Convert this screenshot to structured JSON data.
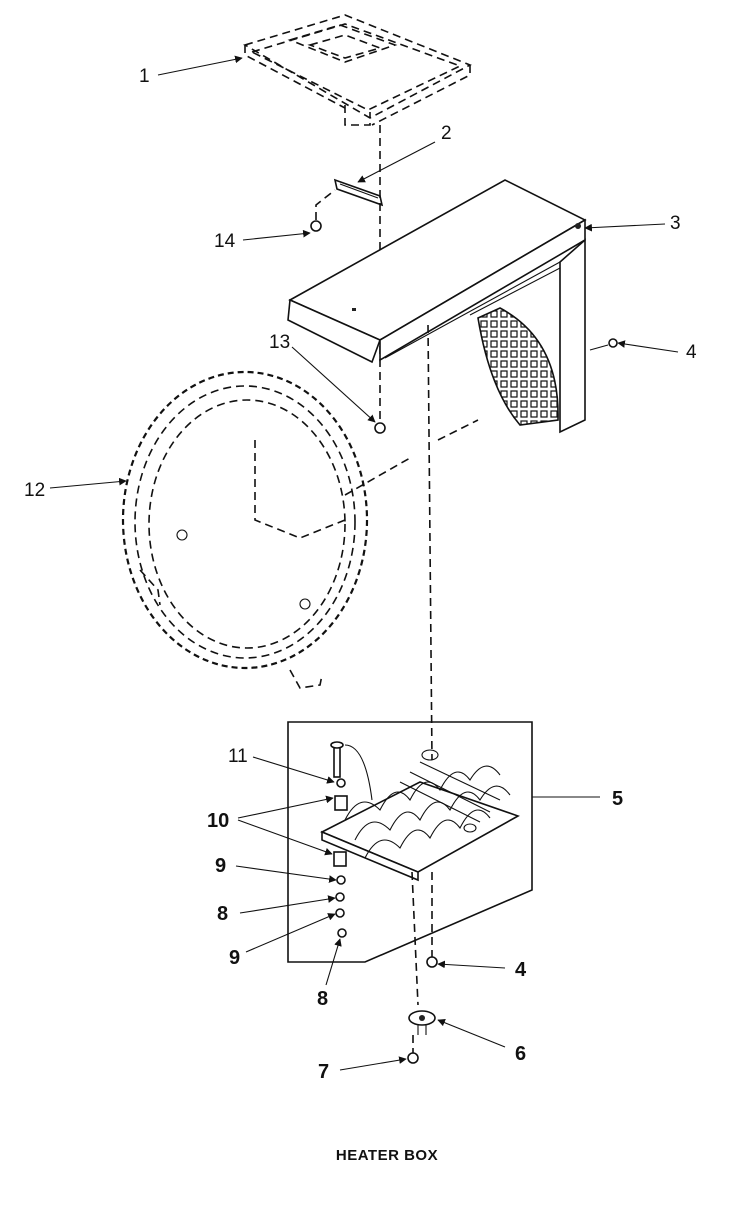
{
  "title": "HEATER BOX",
  "callouts": {
    "c1": "1",
    "c2": "2",
    "c3": "3",
    "c4a": "4",
    "c4b": "4",
    "c5": "5",
    "c6": "6",
    "c7": "7",
    "c8a": "8",
    "c8b": "8",
    "c9a": "9",
    "c9b": "9",
    "c10": "10",
    "c11": "11",
    "c12": "12",
    "c13": "13",
    "c14": "14"
  }
}
